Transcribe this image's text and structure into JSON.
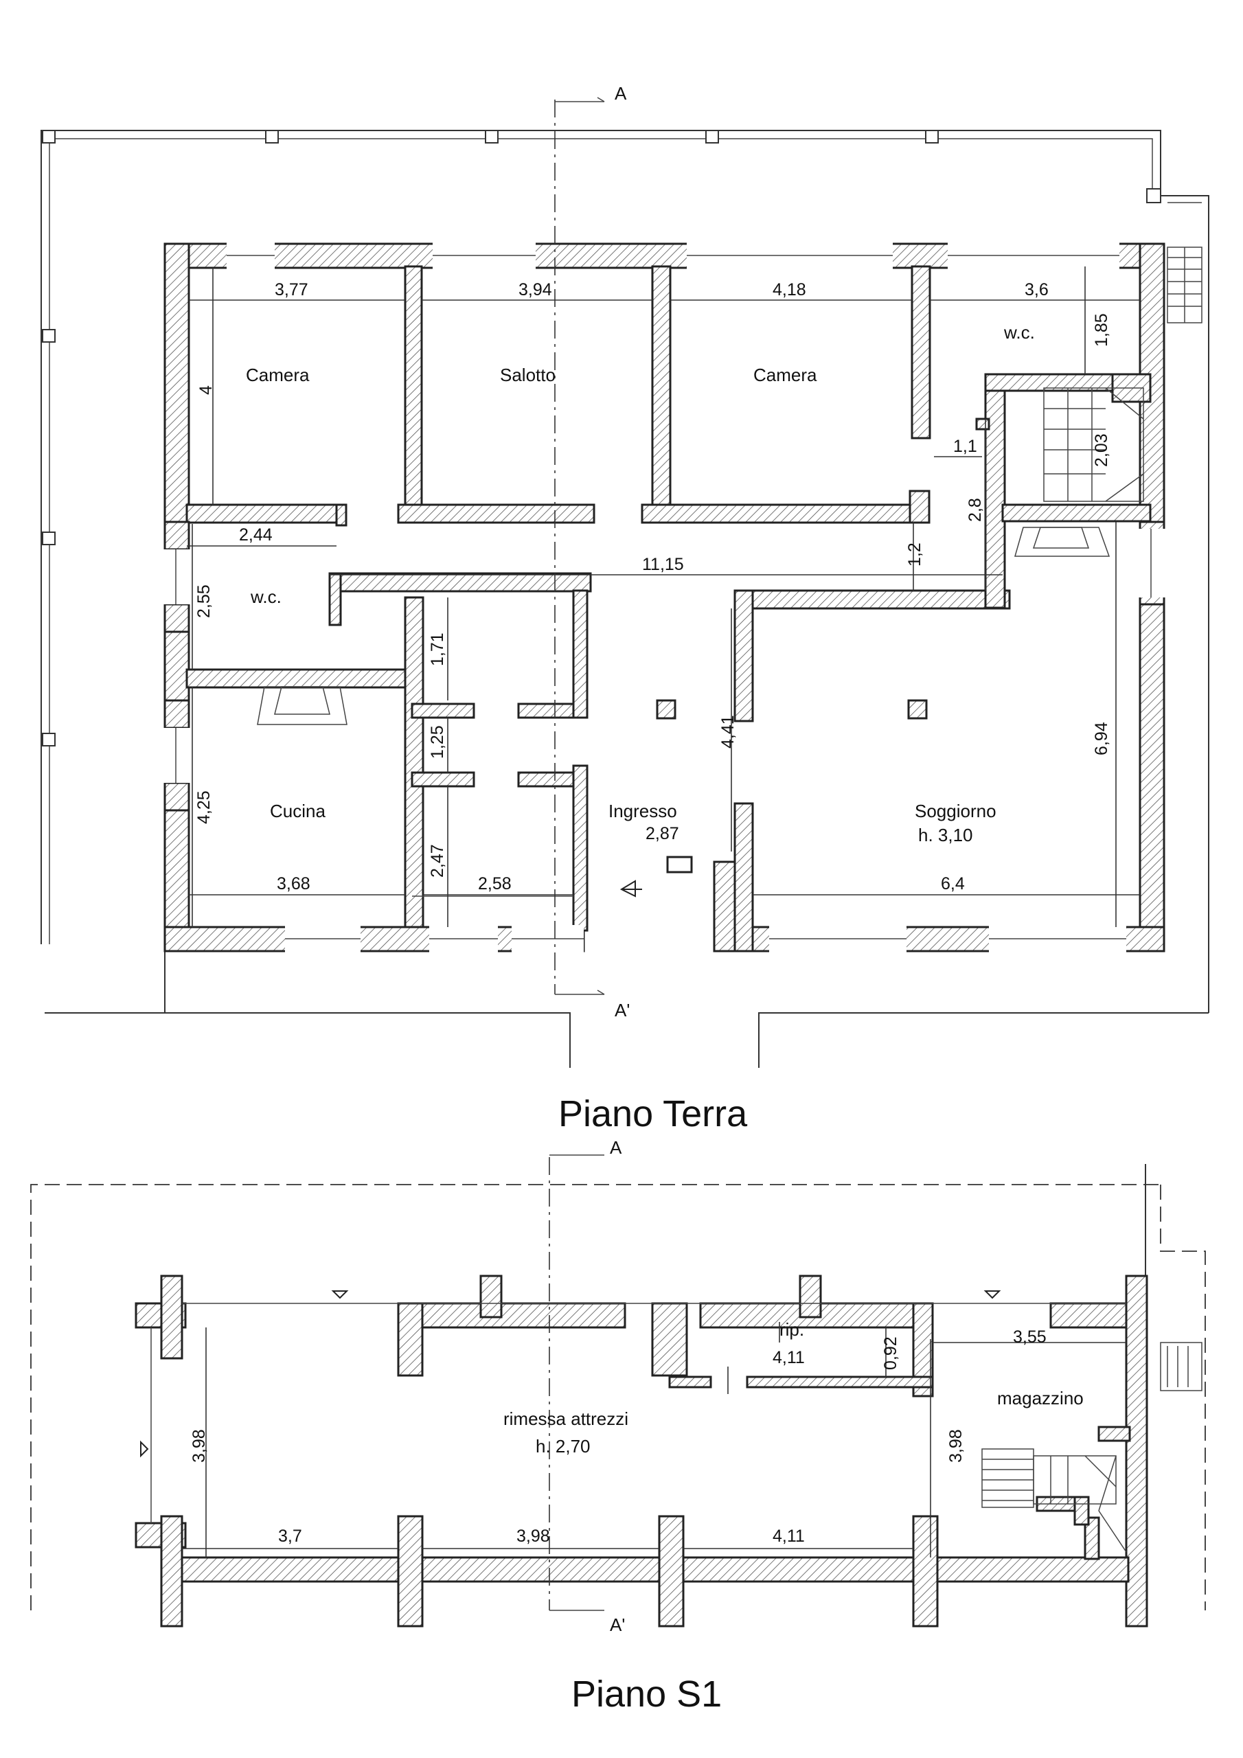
{
  "section_marks": {
    "top": "A",
    "bottom": "A'"
  },
  "ground_floor": {
    "title": "Piano Terra",
    "rooms": {
      "camera_1": "Camera",
      "salotto": "Salotto",
      "camera_2": "Camera",
      "wc_1": "w.c.",
      "wc_2": "w.c.",
      "cucina": "Cucina",
      "ingresso": "Ingresso",
      "soggiorno": "Soggiorno",
      "soggiorno_height": "h. 3,10"
    },
    "dimensions": {
      "camera_1_width": "3,77",
      "salotto_width": "3,94",
      "camera_2_width": "4,18",
      "wc_1_width": "3,6",
      "wc_1_height": "1,85",
      "camera_1_height": "4",
      "stair_width": "2,03",
      "landing": "1,1",
      "corridor_side": "2,8",
      "corridor_width": "1,2",
      "corridor_length": "11,15",
      "wc_2_width": "2,44",
      "wc_2_height": "2,55",
      "closet_1": "1,71",
      "passage": "1,25",
      "ingresso_height": "4,41",
      "soggiorno_height": "6,94",
      "cucina_height": "4,25",
      "room_small_height": "2,47",
      "ingresso_width": "2,87",
      "cucina_width": "3,68",
      "room_small_width": "2,58",
      "soggiorno_width": "6,4"
    }
  },
  "basement": {
    "title": "Piano S1",
    "rooms": {
      "rimessa": "rimessa attrezzi",
      "rimessa_height": "h. 2,70",
      "ripostiglio": "rip.",
      "magazzino": "magazzino"
    },
    "dimensions": {
      "rip_width": "4,11",
      "rip_depth": "0,92",
      "magazzino_width": "3,55",
      "rimessa_depth_left": "3,98",
      "magazzino_depth": "3,98",
      "bay_1": "3,7",
      "bay_2": "3,98",
      "bay_3": "4,11"
    }
  }
}
